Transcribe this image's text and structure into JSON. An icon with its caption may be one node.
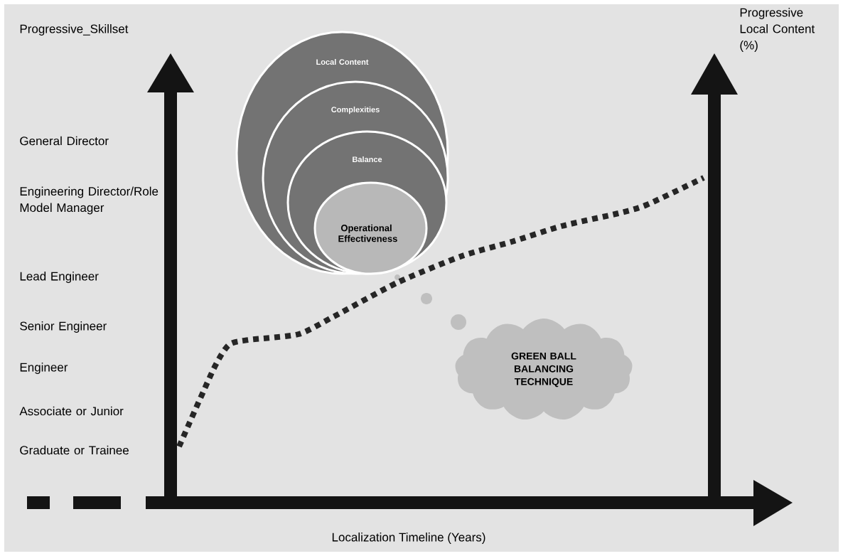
{
  "diagram": {
    "nodes": [
      {
        "text": [
          "Local Content"
        ]
      },
      {
        "text": [
          "Complexities"
        ],
        "in": 0
      },
      {
        "text": [
          "Balance"
        ],
        "in": 1
      },
      {
        "text": [
          "Operational Effectiveness"
        ],
        "in": 2
      },
      {
        "text": [
          "GREEN BALL BALANCING TECHNIQUE"
        ]
      }
    ],
    "labels": [
      "Progressive_Skillset",
      "Progressive Local Content (%)",
      "General Director",
      "Engineering Director/Role Model Manager",
      "Lead Engineer",
      "Senior Engineer",
      "Engineer",
      "Associate or Junior",
      "Graduate or Trainee",
      "Localization Timeline (Years)"
    ]
  }
}
